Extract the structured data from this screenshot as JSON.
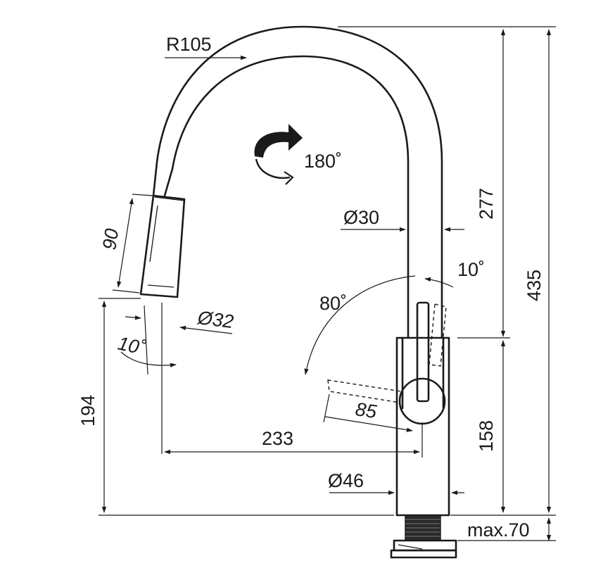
{
  "labels": {
    "r105": "R105",
    "rot180": "180˚",
    "d30": "Ø30",
    "h277": "277",
    "h435": "435",
    "ang10_top": "10˚",
    "ang80": "80˚",
    "len90": "90",
    "d32": "Ø32",
    "ang10_left": "10˚",
    "h194": "194",
    "len85": "85",
    "reach233": "233",
    "h158": "158",
    "d46": "Ø46",
    "max70": "max.70"
  },
  "colors": {
    "ink": "#1a1a1a",
    "background": "#ffffff"
  }
}
